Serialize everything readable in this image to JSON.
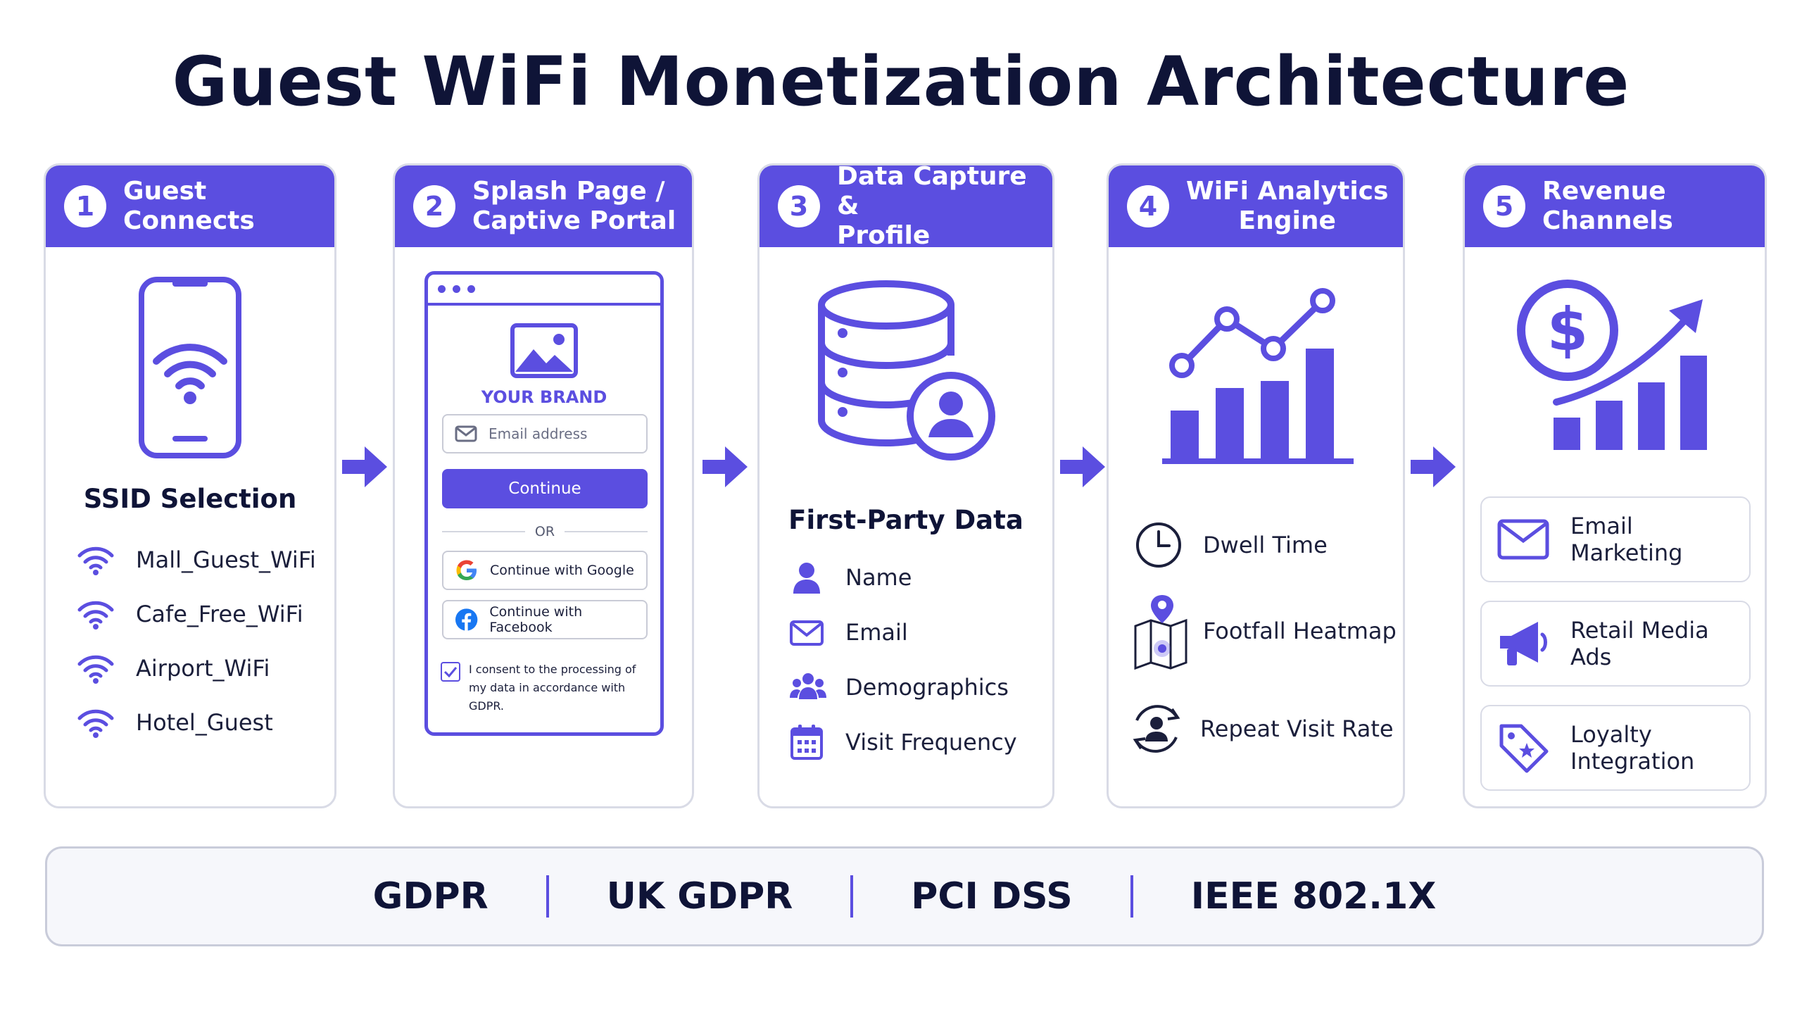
{
  "title": "Guest WiFi Monetization Architecture",
  "colors": {
    "accent": "#5b4ee0",
    "text": "#0f1437"
  },
  "steps": [
    {
      "number": "1",
      "title_lines": [
        "Guest Connects"
      ],
      "subtitle": "SSID Selection",
      "icon": "smartphone-wifi-icon",
      "items": [
        "Mall_Guest_WiFi",
        "Cafe_Free_WiFi",
        "Airport_WiFi",
        "Hotel_Guest"
      ]
    },
    {
      "number": "2",
      "title_lines": [
        "Splash Page /",
        "Captive Portal"
      ],
      "portal": {
        "brand": "YOUR BRAND",
        "email_placeholder": "Email address",
        "continue_label": "Continue",
        "or_label": "OR",
        "google_label": "Continue with Google",
        "facebook_label": "Continue with Facebook",
        "consent_text": "I consent to the processing of my data in accordance with GDPR."
      }
    },
    {
      "number": "3",
      "title_lines": [
        "Data Capture &",
        "Profile"
      ],
      "subtitle": "First-Party Data",
      "icon": "database-user-icon",
      "items": [
        "Name",
        "Email",
        "Demographics",
        "Visit Frequency"
      ]
    },
    {
      "number": "4",
      "title_lines": [
        "WiFi Analytics",
        "Engine"
      ],
      "icon": "analytics-chart-icon",
      "items": [
        "Dwell Time",
        "Footfall Heatmap",
        "Repeat Visit Rate"
      ]
    },
    {
      "number": "5",
      "title_lines": [
        "Revenue Channels"
      ],
      "icon": "revenue-growth-icon",
      "items": [
        "Email Marketing",
        "Retail Media Ads",
        "Loyalty Integration"
      ]
    }
  ],
  "compliance": [
    "GDPR",
    "UK GDPR",
    "PCI DSS",
    "IEEE 802.1X"
  ]
}
